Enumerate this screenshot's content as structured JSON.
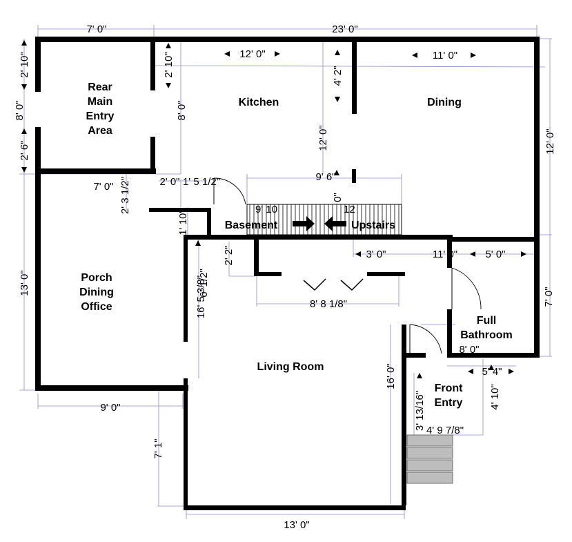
{
  "rooms": {
    "rear_entry": [
      "Rear",
      "Main",
      "Entry",
      "Area"
    ],
    "kitchen": "Kitchen",
    "dining": "Dining",
    "porch": [
      "Porch",
      "Dining",
      "Office"
    ],
    "living": "Living Room",
    "full_bath": [
      "Full",
      "Bathroom"
    ],
    "front_entry": [
      "Front",
      "Entry"
    ]
  },
  "stairs": {
    "basement": "Basement",
    "upstairs": "Upstairs",
    "partial_1": "9' 10",
    "partial_2": "12"
  },
  "dims": {
    "top_7_0": "7' 0\"",
    "top_23_0": "23' 0\"",
    "kitchen_12_0": "12' 0\"",
    "dining_11_0": "11' 0\"",
    "left_2_10": "2' 10\"",
    "left_8_0": "8' 0\"",
    "left_2_6": "2' 6\"",
    "rear_inner_2_10": "2' 10\"",
    "rear_inner_8_0": "8' 0\"",
    "mid_4_2": "4' 2\"",
    "mid_12_0": "12' 0\"",
    "right_12_0": "12' 0\"",
    "porch_7_0": "7' 0\"",
    "v_2_3_half": "2' 3 1/2\"",
    "h_2_0": "2' 0\"",
    "h_1_5_half": "1' 5 1/2\"",
    "stair_9_6": "9' 6\"",
    "stair_0": "0\"",
    "v_1_10": "1' 10\"",
    "v_2_2": "2' 2\"",
    "h_3_0": "3' 0\"",
    "h_11_0": "11' 0\"",
    "h_5_0": "5' 0\"",
    "v_7_0": "7' 0\"",
    "left_13_0": "13' 0\"",
    "overlap_1": "16' 5 3/8\"",
    "overlap_2": "6' 1/2\"",
    "h_8_8": "8' 8 1/8\"",
    "bath_8_0": "8' 0\"",
    "bath_5_4": "5' 4\"",
    "v_16_0": "16' 0\"",
    "v_3_13_16": "3' 13/16\"",
    "v_4_10": "4' 10\"",
    "h_4_9": "4' 9 7/8\"",
    "porch_9_0": "9' 0\"",
    "v_7_1": "7' 1\"",
    "bottom_13_0": "13' 0\""
  },
  "colors": {
    "wall": "#000000",
    "dimension": "#8a8ad0",
    "step": "#bdbdbd"
  }
}
